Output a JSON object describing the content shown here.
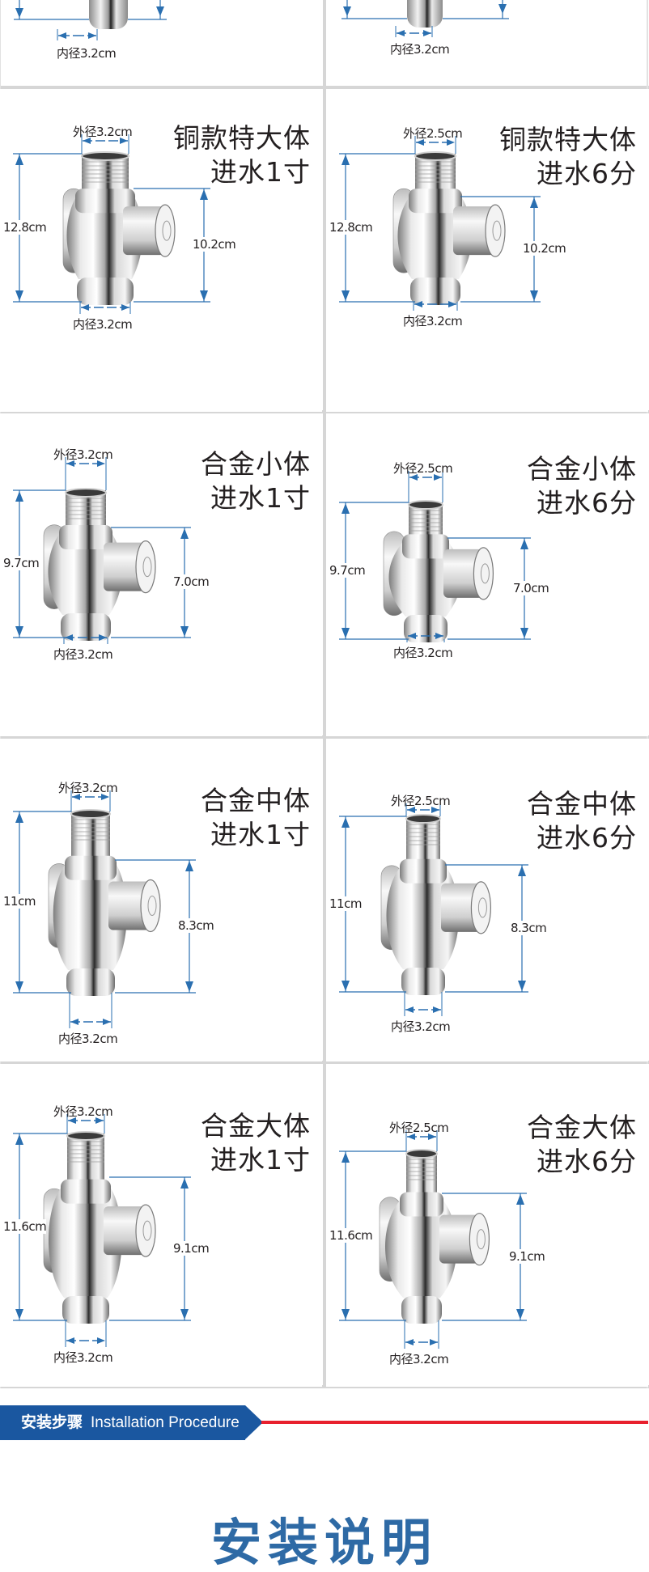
{
  "colors": {
    "dimension_line": "#2a6fb0",
    "banner_bg": "#1a57a0",
    "accent_red": "#e8202d",
    "title_blue": "#2e6aa5",
    "text": "#231f20",
    "divider": "#d6d6d6"
  },
  "top_partial_row": {
    "left_inner_label": "内径3.2cm",
    "right_inner_label": "内径3.2cm"
  },
  "products": [
    {
      "title_line1": "铜款特大体",
      "title_line2": "进水1寸",
      "outer": "外径3.2cm",
      "inner": "内径3.2cm",
      "height": "12.8cm",
      "outlet": "10.2cm"
    },
    {
      "title_line1": "铜款特大体",
      "title_line2": "进水6分",
      "outer": "外径2.5cm",
      "inner": "内径3.2cm",
      "height": "12.8cm",
      "outlet": "10.2cm"
    },
    {
      "title_line1": "合金小体",
      "title_line2": "进水1寸",
      "outer": "外径3.2cm",
      "inner": "内径3.2cm",
      "height": "9.7cm",
      "outlet": "7.0cm"
    },
    {
      "title_line1": "合金小体",
      "title_line2": "进水6分",
      "outer": "外径2.5cm",
      "inner": "内径3.2cm",
      "height": "9.7cm",
      "outlet": "7.0cm"
    },
    {
      "title_line1": "合金中体",
      "title_line2": "进水1寸",
      "outer": "外径3.2cm",
      "inner": "内径3.2cm",
      "height": "11cm",
      "outlet": "8.3cm"
    },
    {
      "title_line1": "合金中体",
      "title_line2": "进水6分",
      "outer": "外径2.5cm",
      "inner": "内径3.2cm",
      "height": "11cm",
      "outlet": "8.3cm"
    },
    {
      "title_line1": "合金大体",
      "title_line2": "进水1寸",
      "outer": "外径3.2cm",
      "inner": "内径3.2cm",
      "height": "11.6cm",
      "outlet": "9.1cm"
    },
    {
      "title_line1": "合金大体",
      "title_line2": "进水6分",
      "outer": "外径2.5cm",
      "inner": "内径3.2cm",
      "height": "11.6cm",
      "outlet": "9.1cm"
    }
  ],
  "section_banner": {
    "title_cn": "安装步骤",
    "title_en": "Installation Procedure"
  },
  "section_heading": "安装说明"
}
